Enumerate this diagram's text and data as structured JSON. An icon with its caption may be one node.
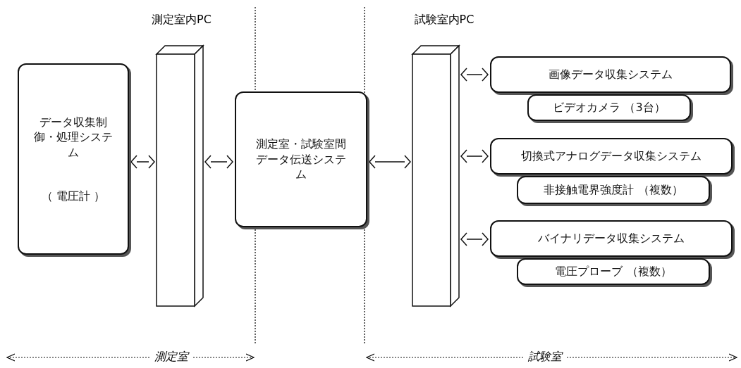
{
  "diagram": {
    "nodes": [
      {
        "text": [
          "データ収集制御・処理システム",
          "（ 電圧計 ）"
        ]
      },
      {
        "text": [
          "測定室内PC"
        ]
      },
      {
        "text": [
          "測定室・試験室間データ伝送システム"
        ]
      },
      {
        "text": [
          "試験室内PC"
        ]
      },
      {
        "text": [
          "画像データ収集システム"
        ]
      },
      {
        "text": [
          "ビデオカメラ （3台）"
        ]
      },
      {
        "text": [
          "切換式アナログデータ収集システム"
        ]
      },
      {
        "text": [
          "非接触電界強度計 （複数）"
        ]
      },
      {
        "text": [
          "バイナリデータ収集システム"
        ]
      },
      {
        "text": [
          "電圧プローブ （複数）"
        ]
      }
    ],
    "edges": [
      {
        "from": 0,
        "to": 1,
        "arrow": "both"
      },
      {
        "from": 1,
        "to": 2,
        "arrow": "both"
      },
      {
        "from": 2,
        "to": 3,
        "arrow": "both"
      },
      {
        "from": 3,
        "to": 4,
        "arrow": "both"
      },
      {
        "from": 3,
        "to": 6,
        "arrow": "both"
      },
      {
        "from": 3,
        "to": 8,
        "arrow": "both"
      }
    ],
    "labels": [
      "測定室",
      "試験室"
    ]
  }
}
